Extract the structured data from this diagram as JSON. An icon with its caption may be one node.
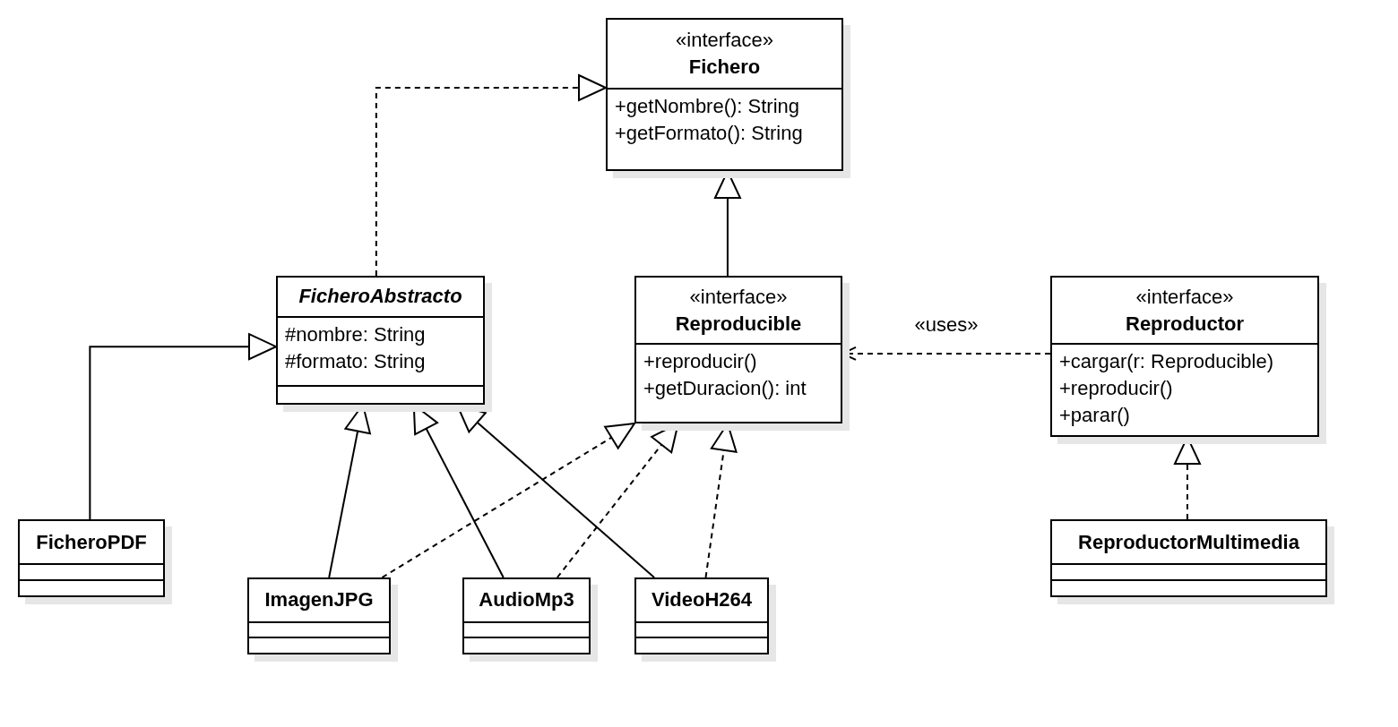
{
  "diagram": {
    "nodes": [
      {
        "text": [
          "«interface»",
          "Fichero",
          "+getNombre(): String",
          "+getFormato(): String"
        ]
      },
      {
        "text": [
          "FicheroAbstracto",
          "#nombre: String",
          "#formato: String"
        ]
      },
      {
        "text": [
          "«interface»",
          "Reproducible",
          "+reproducir()",
          "+getDuracion(): int"
        ]
      },
      {
        "text": [
          "«interface»",
          "Reproductor",
          "+cargar(r: Reproducible)",
          "+reproducir()",
          "+parar()"
        ]
      },
      {
        "text": [
          "FicheroPDF"
        ]
      },
      {
        "text": [
          "ImagenJPG"
        ]
      },
      {
        "text": [
          "AudioMp3"
        ]
      },
      {
        "text": [
          "VideoH264"
        ]
      },
      {
        "text": [
          "ReproductorMultimedia"
        ]
      }
    ],
    "edges": [
      {
        "from": 1,
        "to": 0,
        "arrow": "to",
        "style": "dashed"
      },
      {
        "from": 2,
        "to": 0,
        "arrow": "to"
      },
      {
        "from": 3,
        "to": 2,
        "arrow": "to",
        "style": "dashed",
        "label": "«uses»"
      },
      {
        "from": 4,
        "to": 1,
        "arrow": "to"
      },
      {
        "from": 5,
        "to": 1,
        "arrow": "to"
      },
      {
        "from": 6,
        "to": 1,
        "arrow": "to"
      },
      {
        "from": 7,
        "to": 1,
        "arrow": "to"
      },
      {
        "from": 5,
        "to": 2,
        "arrow": "to",
        "style": "dashed"
      },
      {
        "from": 6,
        "to": 2,
        "arrow": "to",
        "style": "dashed"
      },
      {
        "from": 7,
        "to": 2,
        "arrow": "to",
        "style": "dashed"
      },
      {
        "from": 8,
        "to": 3,
        "arrow": "to",
        "style": "dashed"
      }
    ]
  }
}
